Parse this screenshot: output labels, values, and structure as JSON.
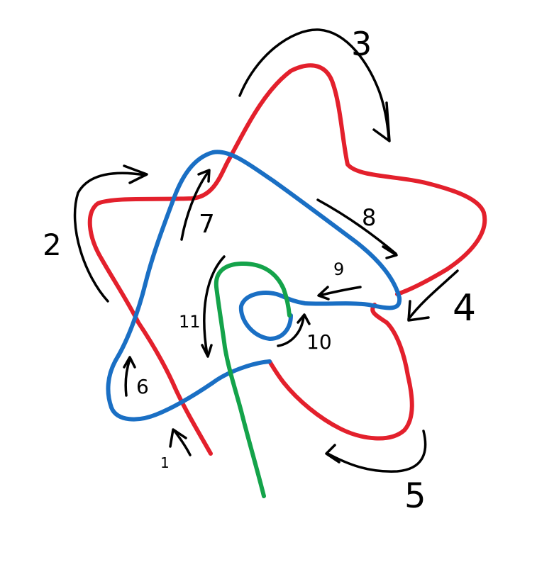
{
  "diagram": {
    "colors": {
      "red_strand": "#e3202c",
      "blue_strand": "#1a6fc4",
      "green_strand": "#14a34a",
      "arrows": "#000000",
      "background": "#ffffff"
    },
    "step_labels": [
      "1",
      "2",
      "3",
      "4",
      "5",
      "6",
      "7",
      "8",
      "9",
      "10",
      "11"
    ]
  }
}
